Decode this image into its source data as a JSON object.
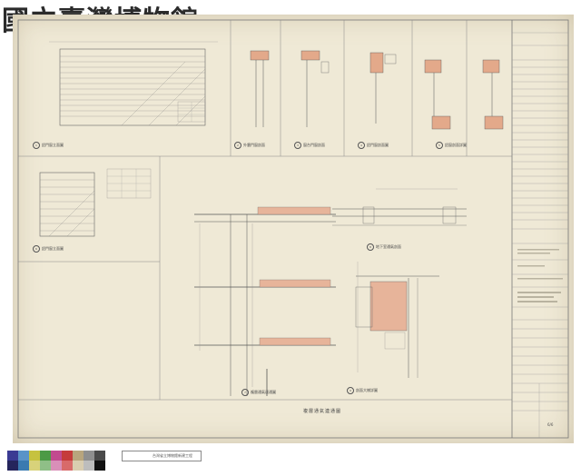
{
  "logo": {
    "text": "國立臺灣博物館"
  },
  "drawing": {
    "main_title": "複層通氣連通圖",
    "archive_id": "6/6",
    "view_labels": [
      "鋁門窗立面圖",
      "外牆門窗剖面",
      "窗台門窗剖面",
      "鋁門窗剖面圖",
      "鋁窗剖面詳圖",
      "鋁門窗立面圖",
      "複層通氣連通圖",
      "地下室通氣剖面",
      "剖面大樣詳圖"
    ]
  },
  "color_bar": {
    "top": [
      "#3b3b93",
      "#5a93c8",
      "#c6c23f",
      "#4c9a45",
      "#c24a8f",
      "#c53b3b",
      "#b8a57d",
      "#8f8f8f",
      "#4a4a4a"
    ],
    "bottom": [
      "#25255c",
      "#3b7ab0",
      "#d8d27a",
      "#8fbf87",
      "#d98fb8",
      "#d86a6a",
      "#d9cdb0",
      "#bdbdbd",
      "#111111"
    ]
  },
  "caption": {
    "text": "台灣省立博物館新建工程"
  }
}
